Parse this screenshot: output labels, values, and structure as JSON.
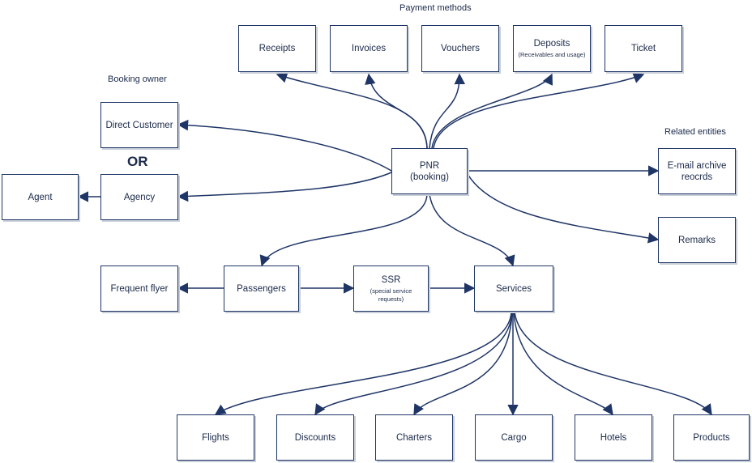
{
  "labels": {
    "payment_methods": "Payment methods",
    "booking_owner": "Booking owner",
    "related_entities": "Related entities",
    "or": "OR"
  },
  "nodes": {
    "pnr": {
      "title": "PNR",
      "subtitle": "(booking)"
    },
    "receipts": {
      "title": "Receipts"
    },
    "invoices": {
      "title": "Invoices"
    },
    "vouchers": {
      "title": "Vouchers"
    },
    "deposits": {
      "title": "Deposits",
      "subtitle": "(Receivables and usage)"
    },
    "ticket": {
      "title": "Ticket"
    },
    "direct_customer": {
      "title": "Direct Customer"
    },
    "agency": {
      "title": "Agency"
    },
    "agent": {
      "title": "Agent"
    },
    "email_archive": {
      "title": "E-mail archive reocrds"
    },
    "remarks": {
      "title": "Remarks"
    },
    "passengers": {
      "title": "Passengers"
    },
    "frequent_flyer": {
      "title": "Frequent flyer"
    },
    "ssr": {
      "title": "SSR",
      "subtitle": "(special service requests)"
    },
    "services": {
      "title": "Services"
    },
    "flights": {
      "title": "Flights"
    },
    "discounts": {
      "title": "Discounts"
    },
    "charters": {
      "title": "Charters"
    },
    "cargo": {
      "title": "Cargo"
    },
    "hotels": {
      "title": "Hotels"
    },
    "products": {
      "title": "Products"
    }
  },
  "colors": {
    "line": "#1f3566",
    "text": "#1b2a4a"
  }
}
